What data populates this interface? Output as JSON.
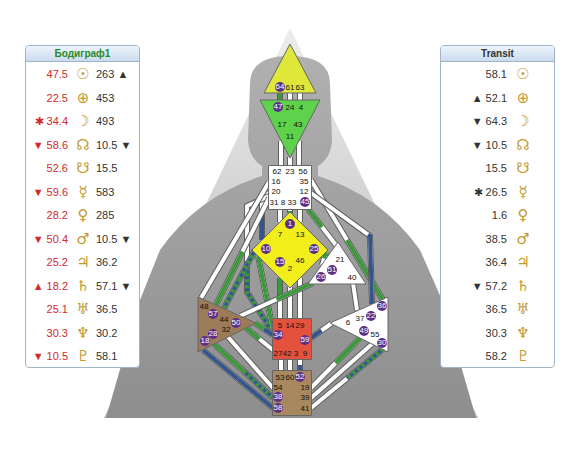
{
  "diagram": {
    "nodes": [
      {
        "text": [
          "Бодиграф1"
        ]
      },
      {
        "text": [
          "Transit"
        ]
      },
      {
        "text": [
          "64",
          "61",
          "63"
        ]
      },
      {
        "text": [
          "47",
          "24",
          "4",
          "17",
          "43",
          "11"
        ]
      },
      {
        "text": [
          "62",
          "23",
          "56",
          "16",
          "35",
          "20",
          "12",
          "31",
          "8",
          "33",
          "45"
        ]
      },
      {
        "text": [
          "1",
          "7",
          "13",
          "10",
          "25",
          "15",
          "2",
          "46"
        ]
      },
      {
        "text": [
          "21",
          "51",
          "26",
          "40"
        ]
      },
      {
        "text": [
          "48",
          "57",
          "44",
          "50",
          "32",
          "28",
          "18"
        ]
      },
      {
        "text": [
          "5",
          "14",
          "29",
          "34",
          "59",
          "27",
          "42",
          "3",
          "9"
        ]
      },
      {
        "text": [
          "36",
          "22",
          "37",
          "6",
          "49",
          "55",
          "30"
        ]
      },
      {
        "text": [
          "53",
          "60",
          "52",
          "54",
          "19",
          "38",
          "39",
          "58",
          "41"
        ]
      }
    ],
    "edges": [
      {
        "from": 2,
        "to": 3,
        "arrow": "none"
      },
      {
        "from": 2,
        "to": 3,
        "arrow": "none"
      },
      {
        "from": 2,
        "to": 3,
        "arrow": "none"
      },
      {
        "from": 3,
        "to": 4,
        "arrow": "none"
      },
      {
        "from": 3,
        "to": 4,
        "arrow": "none"
      },
      {
        "from": 3,
        "to": 4,
        "arrow": "none"
      },
      {
        "from": 4,
        "to": 5,
        "arrow": "none"
      },
      {
        "from": 4,
        "to": 5,
        "arrow": "none"
      },
      {
        "from": 4,
        "to": 5,
        "arrow": "none"
      },
      {
        "from": 4,
        "to": 5,
        "arrow": "none"
      },
      {
        "from": 4,
        "to": 8,
        "arrow": "none"
      },
      {
        "from": 4,
        "to": 7,
        "arrow": "none"
      },
      {
        "from": 4,
        "to": 7,
        "arrow": "none"
      },
      {
        "from": 4,
        "to": 6,
        "arrow": "none"
      },
      {
        "from": 4,
        "to": 9,
        "arrow": "none"
      },
      {
        "from": 4,
        "to": 9,
        "arrow": "none"
      },
      {
        "from": 5,
        "to": 6,
        "arrow": "none"
      },
      {
        "from": 5,
        "to": 8,
        "arrow": "none"
      },
      {
        "from": 5,
        "to": 8,
        "arrow": "none"
      },
      {
        "from": 5,
        "to": 8,
        "arrow": "none"
      },
      {
        "from": 5,
        "to": 7,
        "arrow": "none"
      },
      {
        "from": 5,
        "to": 8,
        "arrow": "none"
      },
      {
        "from": 7,
        "to": 8,
        "arrow": "none"
      },
      {
        "from": 8,
        "to": 7,
        "arrow": "none"
      },
      {
        "from": 6,
        "to": 7,
        "arrow": "none"
      },
      {
        "from": 6,
        "to": 9,
        "arrow": "none"
      },
      {
        "from": 8,
        "to": 9,
        "arrow": "none"
      },
      {
        "from": 8,
        "to": 10,
        "arrow": "none"
      },
      {
        "from": 8,
        "to": 10,
        "arrow": "none"
      },
      {
        "from": 8,
        "to": 10,
        "arrow": "none"
      },
      {
        "from": 7,
        "to": 10,
        "arrow": "none"
      },
      {
        "from": 7,
        "to": 10,
        "arrow": "none"
      },
      {
        "from": 7,
        "to": 10,
        "arrow": "none"
      },
      {
        "from": 9,
        "to": 10,
        "arrow": "none"
      },
      {
        "from": 9,
        "to": 10,
        "arrow": "none"
      },
      {
        "from": 9,
        "to": 10,
        "arrow": "none"
      }
    ],
    "labels": [
      "47.5",
      "☉",
      "263 ▲",
      "22.5",
      "⊕",
      "453",
      "✱ 34.4",
      "☽",
      "493",
      "▼ 58.6",
      "☊",
      "10.5 ▼",
      "52.6",
      "☋",
      "15.5",
      "▼ 59.6",
      "☿",
      "583",
      "28.2",
      "♀",
      "285",
      "▼ 50.4",
      "♂",
      "10.5 ▼",
      "25.2",
      "♃",
      "36.2",
      "▲ 18.2",
      "♄",
      "57.1 ▼",
      "25.1",
      "♅",
      "36.5",
      "30.3",
      "♆",
      "30.2",
      "▼ 10.5",
      "♇",
      "58.1",
      "58.1",
      "☉",
      "▲ 52.1",
      "⊕",
      "▼ 64.3",
      "☽",
      "▼ 10.5",
      "☊",
      "15.5",
      "☋",
      "✱ 26.5",
      "☿",
      "1.6",
      "♀",
      "38.5",
      "♂",
      "36.4",
      "♃",
      "▼ 57.2",
      "♄",
      "36.5",
      "♅",
      "30.3",
      "♆",
      "58.2",
      "♇"
    ]
  }
}
